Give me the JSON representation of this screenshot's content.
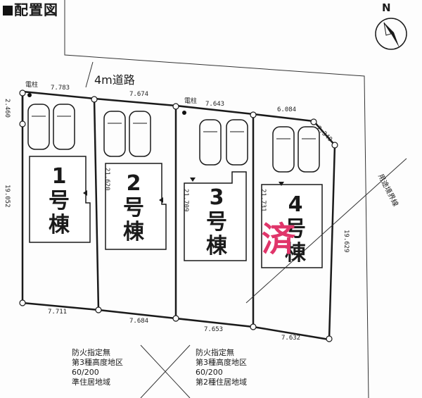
{
  "title": "配置図",
  "road_label": "4m道路",
  "north_label": "N",
  "pole_label": "電柱",
  "side_label": "用途境界線",
  "sold_mark": "済",
  "lots": [
    {
      "number": "1",
      "label_line1": "号",
      "label_line2": "棟",
      "depth": "19.052"
    },
    {
      "number": "2",
      "label_line1": "号",
      "label_line2": "棟",
      "depth": "21.620"
    },
    {
      "number": "3",
      "label_line1": "号",
      "label_line2": "棟",
      "depth": "21.709"
    },
    {
      "number": "4",
      "label_line1": "号",
      "label_line2": "棟",
      "depth": "21.731"
    }
  ],
  "dimensions": {
    "top": [
      "7.783",
      "7.674",
      "7.643",
      "6.084",
      "2.340"
    ],
    "bottom": [
      "7.711",
      "7.684",
      "7.653",
      "7.632"
    ],
    "left_corner": "2.460",
    "right_side": "19.629"
  },
  "zoning": [
    {
      "line1": "防火指定無",
      "line2": "第3種高度地区",
      "line3": "60/200",
      "line4": "準住居地域"
    },
    {
      "line1": "防火指定無",
      "line2": "第3種高度地区",
      "line3": "60/200",
      "line4": "第2種住居地域"
    }
  ],
  "colors": {
    "sold_mark": "#e0356a",
    "line": "#1a1a1a"
  }
}
